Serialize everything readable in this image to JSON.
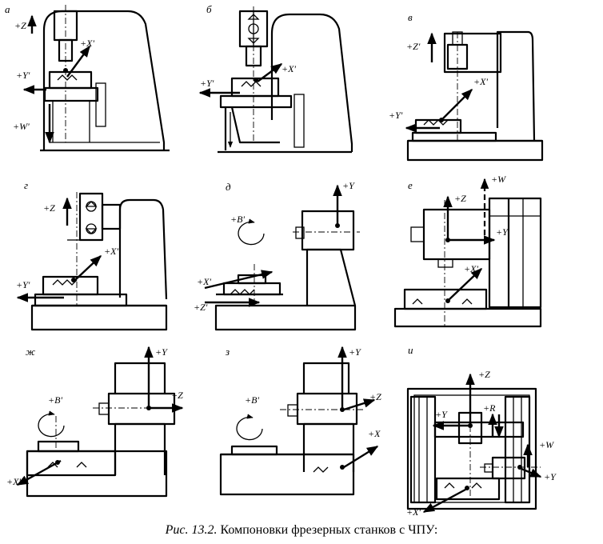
{
  "caption": {
    "number": "Рис. 13.2.",
    "text": "Компоновки фрезерных станков с ЧПУ:"
  },
  "panels": [
    {
      "letter": "а",
      "axes": [
        "+Z",
        "+X'",
        "+Y'",
        "+W'"
      ]
    },
    {
      "letter": "б",
      "axes": [
        "+X'",
        "+Y'"
      ]
    },
    {
      "letter": "в",
      "axes": [
        "+Z'",
        "+X'",
        "+Y'"
      ]
    },
    {
      "letter": "г",
      "axes": [
        "+Z",
        "+X'",
        "+Y'"
      ]
    },
    {
      "letter": "д",
      "axes": [
        "+B'",
        "+Y",
        "+X'",
        "+Z'"
      ]
    },
    {
      "letter": "е",
      "axes": [
        "+Z",
        "+W",
        "+Y",
        "+X'"
      ]
    },
    {
      "letter": "ж",
      "axes": [
        "+B'",
        "+Y",
        "+Z",
        "+X'"
      ]
    },
    {
      "letter": "з",
      "axes": [
        "+B'",
        "+Y",
        "+Z",
        "+X"
      ]
    },
    {
      "letter": "и",
      "axes": [
        "+Z",
        "+Y",
        "+R",
        "+W",
        "+Y",
        "+X'"
      ]
    }
  ]
}
